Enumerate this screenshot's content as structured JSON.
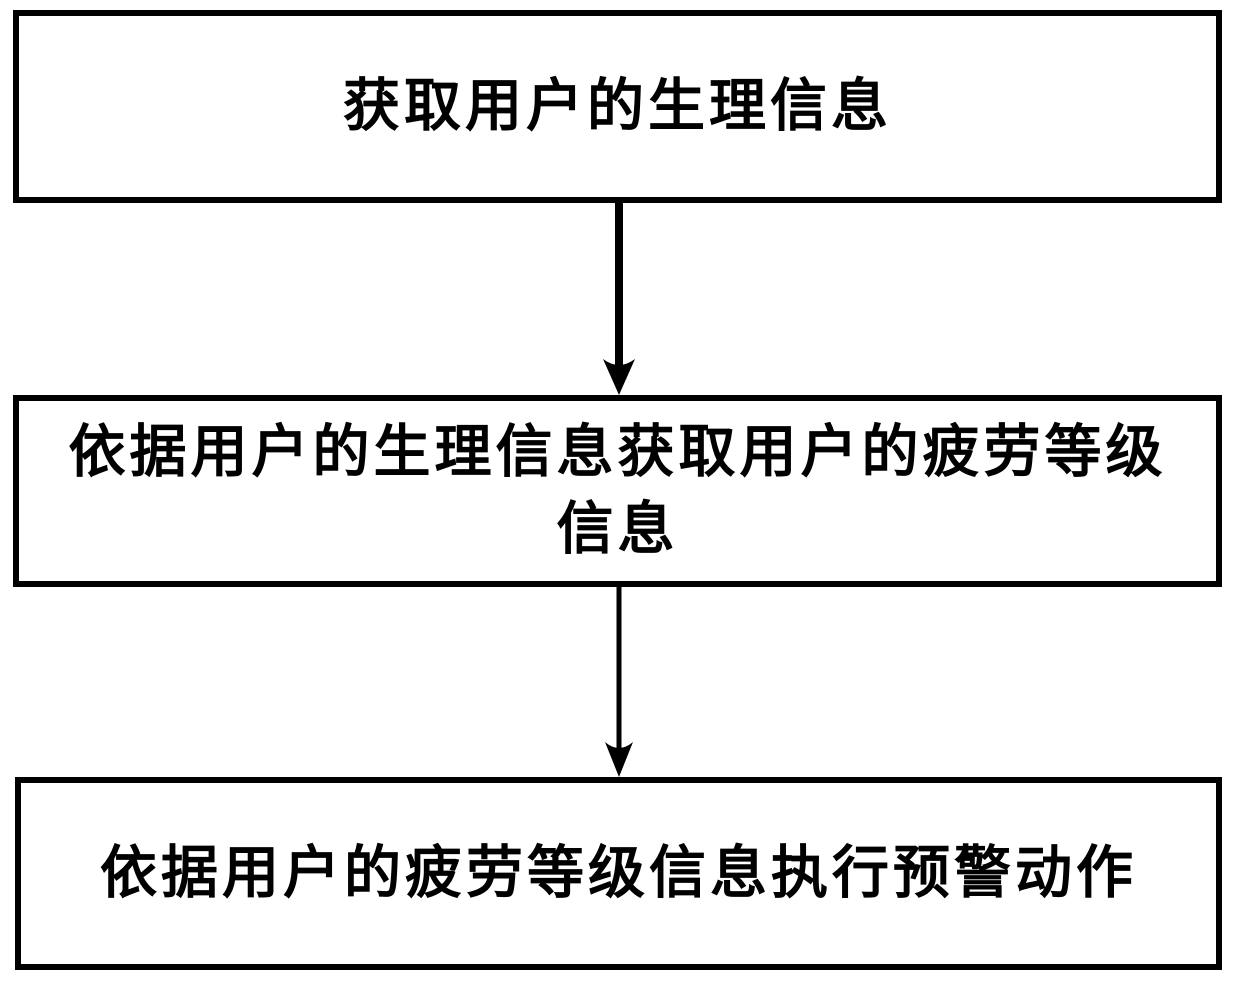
{
  "figure": {
    "type": "flowchart",
    "direction": "top-down",
    "background_color": "#ffffff",
    "line_color": "#000000",
    "boxes": [
      {
        "id": "step-1",
        "text": "获取用户的生理信息",
        "lines": [
          "获取用户的生理信息"
        ]
      },
      {
        "id": "step-2",
        "text": "依据用户的生理信息获取用户的疲劳等级信息",
        "lines": [
          "依据用户的生理信息获取用户的疲劳等级",
          "信息"
        ]
      },
      {
        "id": "step-3",
        "text": "依据用户的疲劳等级信息执行预警动作",
        "lines": [
          "依据用户的疲劳等级信息执行预警动作"
        ]
      }
    ],
    "connectors": [
      {
        "from": "step-1",
        "to": "step-2",
        "style": "solid-arrow-down"
      },
      {
        "from": "step-2",
        "to": "step-3",
        "style": "solid-arrow-down"
      }
    ]
  }
}
